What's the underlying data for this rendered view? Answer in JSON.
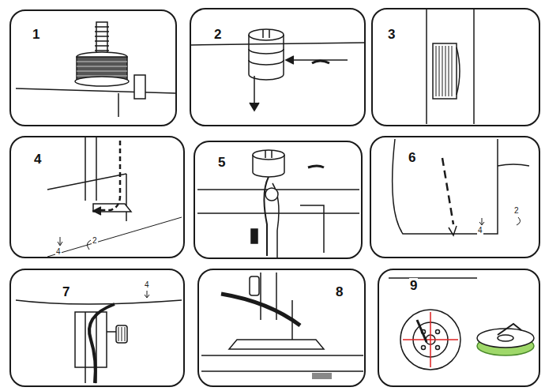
{
  "diagram": {
    "nodes": [
      {
        "text": [
          "1"
        ]
      },
      {
        "text": [
          "2"
        ]
      },
      {
        "text": [
          "3"
        ]
      },
      {
        "text": [
          "4"
        ]
      },
      {
        "text": [
          "5"
        ]
      },
      {
        "text": [
          "6"
        ]
      },
      {
        "text": [
          "7"
        ]
      },
      {
        "text": [
          "8"
        ]
      },
      {
        "text": [
          "9"
        ]
      }
    ],
    "labels": [
      "4",
      "2",
      "2",
      "4",
      "4"
    ]
  }
}
